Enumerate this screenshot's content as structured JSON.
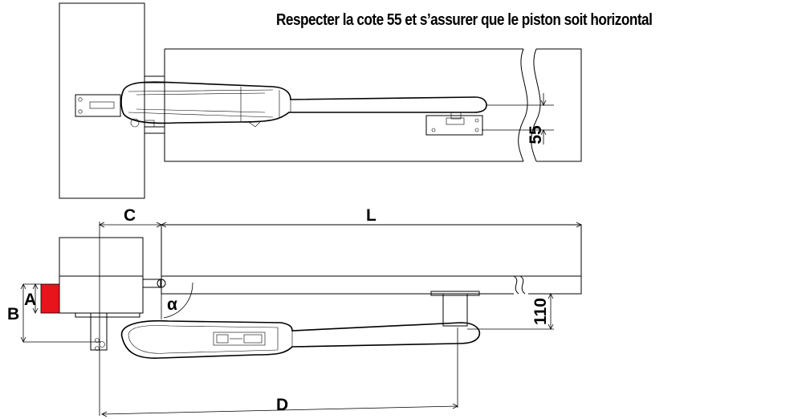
{
  "heading": "Respecter la cote 55 et s’assurer que le piston soit horizontal",
  "dimensions": {
    "c": "C",
    "l": "L",
    "a": "A",
    "b": "B",
    "d": "D",
    "alpha": "α",
    "dim_55": "55",
    "dim_110": "110"
  },
  "colors": {
    "outline": "#000000",
    "highlight": "#e8141c",
    "background": "#ffffff"
  }
}
